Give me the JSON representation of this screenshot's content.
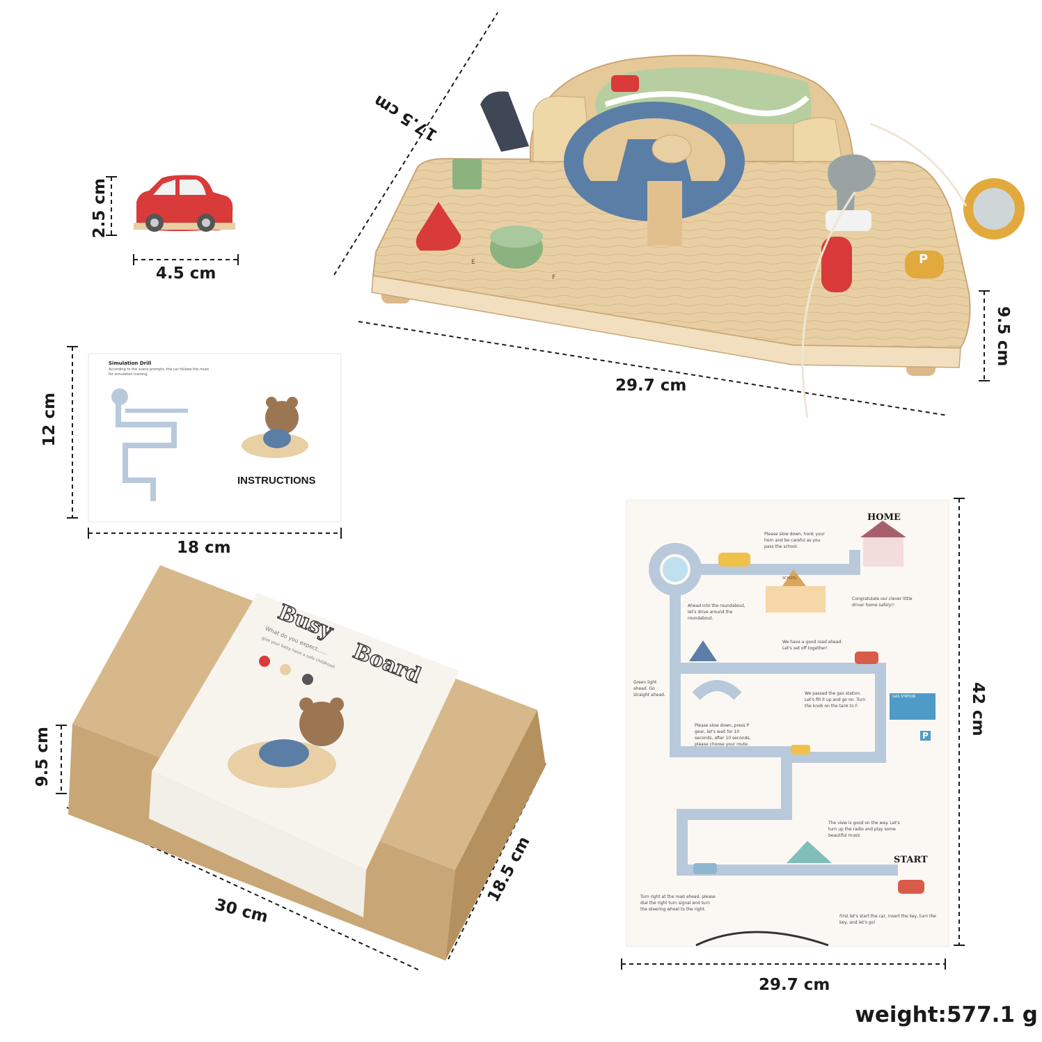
{
  "dimensions": {
    "board_depth": "17.5 cm",
    "board_width": "29.7 cm",
    "board_height": "9.5 cm",
    "car_height": "2.5 cm",
    "car_width": "4.5 cm",
    "card_height": "12 cm",
    "card_width": "18 cm",
    "box_height": "9.5 cm",
    "box_length": "30 cm",
    "box_depth": "18.5 cm",
    "map_height": "42 cm",
    "map_width": "29.7 cm"
  },
  "weight_label": "weight:577.1 g",
  "instruction_card": {
    "heading": "Simulation Drill",
    "intro": "According to the scene prompts, the car follows the route for simulation training.",
    "title": "INSTRUCTIONS"
  },
  "box": {
    "brand_line1": "Busy",
    "brand_line2": "Board",
    "tagline": "What do you expect......",
    "tagline2": "give your baby have a safe childhood"
  },
  "map": {
    "home_label": "HOME",
    "start_label": "START",
    "station_label": "GAS STATION",
    "school_label": "SCHOOL",
    "park_letter": "P",
    "notes": [
      "Please slow down, honk your horn and be careful as you pass the school.",
      "Congratulate our clever little driver home safely!!",
      "Ahead into the roundabout, let's drive around the roundabout.",
      "We have a good road ahead. Let's set off together!",
      "Green light ahead. Go straight ahead.",
      "We passed the gas station. Let's fill it up and go on. Turn the knob on the tank to F.",
      "Please slow down, press P gear, let's wait for 10 seconds, after 10 seconds, please choose your route.",
      "The view is good on the way. Let's turn up the radio and play some beautiful music",
      "Turn right at the road ahead, please dial the right turn signal and turn the steering wheel to the right.",
      "First let's start the car, insert the key, turn the key, and let's go!"
    ]
  },
  "board": {
    "gear_letter": "P",
    "fuel_empty": "E",
    "fuel_full": "F"
  }
}
